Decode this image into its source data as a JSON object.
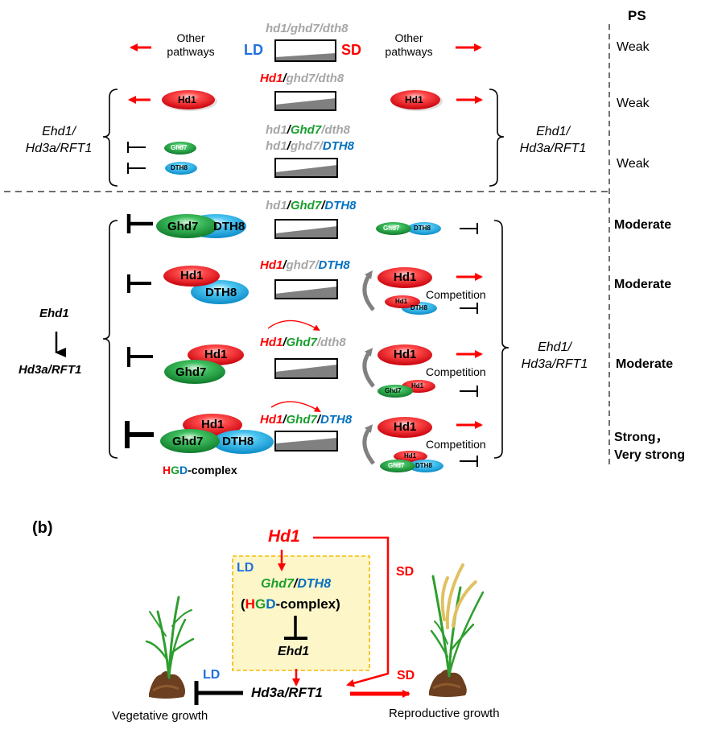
{
  "colors": {
    "red": "#ff0000",
    "green": "#1a9e2e",
    "blue": "#0070c0",
    "gray": "#a6a6a6",
    "hd1_fill": "#e8202a",
    "ghd7_fill": "#21a34a",
    "dth8_fill": "#2ab0e8",
    "box_fill": "#fdf6c9",
    "box_border": "#f5b800",
    "ramp_fill": "#808080"
  },
  "panel_a": {
    "ps_header": "PS",
    "rows": [
      {
        "genotype": [
          {
            "text": "hd1",
            "color": "gray"
          },
          {
            "text": "/",
            "color": "gray"
          },
          {
            "text": "ghd7",
            "color": "gray"
          },
          {
            "text": "/",
            "color": "gray"
          },
          {
            "text": "dth8",
            "color": "gray"
          }
        ],
        "ps": "Weak",
        "left_label": "Other pathways",
        "right_label": "Other pathways",
        "ld": "LD",
        "sd": "SD"
      },
      {
        "genotype": [
          {
            "text": "Hd1",
            "color": "red"
          },
          {
            "text": "/",
            "color": "black"
          },
          {
            "text": "ghd7",
            "color": "gray"
          },
          {
            "text": "/",
            "color": "gray"
          },
          {
            "text": "dth8",
            "color": "gray"
          }
        ],
        "ps": "Weak",
        "molecules_left": [
          "Hd1"
        ],
        "molecules_right": [
          "Hd1"
        ]
      },
      {
        "genotype": [
          {
            "text": "hd1",
            "color": "gray"
          },
          {
            "text": "/",
            "color": "black"
          },
          {
            "text": "Ghd7",
            "color": "green"
          },
          {
            "text": "/",
            "color": "gray"
          },
          {
            "text": "dth8",
            "color": "gray"
          }
        ],
        "genotype2": [
          {
            "text": "hd1",
            "color": "gray"
          },
          {
            "text": "/",
            "color": "black"
          },
          {
            "text": "ghd7",
            "color": "gray"
          },
          {
            "text": "/",
            "color": "gray"
          },
          {
            "text": "DTH8",
            "color": "blue"
          }
        ],
        "ps": "Weak",
        "molecules_left": [
          "Ghd7",
          "DTH8"
        ]
      },
      {
        "genotype": [
          {
            "text": "hd1",
            "color": "gray"
          },
          {
            "text": "/",
            "color": "black"
          },
          {
            "text": "Ghd7",
            "color": "green"
          },
          {
            "text": "/",
            "color": "black"
          },
          {
            "text": "DTH8",
            "color": "blue"
          }
        ],
        "ps": "Moderate",
        "molecules_left": [
          "Ghd7",
          "DTH8"
        ],
        "molecules_right": [
          "Ghd7",
          "DTH8"
        ]
      },
      {
        "genotype": [
          {
            "text": "Hd1",
            "color": "red"
          },
          {
            "text": "/",
            "color": "black"
          },
          {
            "text": "ghd7",
            "color": "gray"
          },
          {
            "text": "/",
            "color": "gray"
          },
          {
            "text": "DTH8",
            "color": "blue"
          }
        ],
        "ps": "Moderate",
        "molecules_left": [
          "Hd1",
          "DTH8"
        ],
        "molecules_right": [
          "Hd1",
          "Hd1",
          "DTH8"
        ],
        "competition": "Competition"
      },
      {
        "genotype": [
          {
            "text": "Hd1",
            "color": "red"
          },
          {
            "text": "/",
            "color": "black"
          },
          {
            "text": "Ghd7",
            "color": "green"
          },
          {
            "text": "/",
            "color": "gray"
          },
          {
            "text": "dth8",
            "color": "gray"
          }
        ],
        "ps": "Moderate",
        "molecules_left": [
          "Hd1",
          "Ghd7"
        ],
        "molecules_right": [
          "Hd1",
          "Ghd7",
          "Hd1"
        ],
        "competition": "Competition"
      },
      {
        "genotype": [
          {
            "text": "Hd1",
            "color": "red"
          },
          {
            "text": "/",
            "color": "black"
          },
          {
            "text": "Ghd7",
            "color": "green"
          },
          {
            "text": "/",
            "color": "black"
          },
          {
            "text": "DTH8",
            "color": "blue"
          }
        ],
        "ps": "Strong, Very strong",
        "ps_line1": "Strong，",
        "ps_line2": "Very strong",
        "molecules_left": [
          "Hd1",
          "Ghd7",
          "DTH8"
        ],
        "molecules_right": [
          "Hd1",
          "Hd1",
          "Ghd7",
          "DTH8"
        ],
        "competition": "Competition"
      }
    ],
    "target_upper_left": {
      "line1": "Ehd1/",
      "line2": "Hd3a/RFT1"
    },
    "target_upper_right": {
      "line1": "Ehd1/",
      "line2": "Hd3a/RFT1"
    },
    "target_lower_left": {
      "line1": "Ehd1",
      "line2": "Hd3a/RFT1"
    },
    "target_lower_right": {
      "line1": "Ehd1/",
      "line2": "Hd3a/RFT1"
    },
    "hgd_complex": {
      "H": "H",
      "G": "G",
      "D": "D",
      "rest": "-complex"
    },
    "molecule_labels": {
      "hd1": "Hd1",
      "ghd7": "Ghd7",
      "dth8": "DTH8"
    }
  },
  "panel_b": {
    "label": "(b)",
    "hd1": "Hd1",
    "ld_box": "LD",
    "ghd7": "Ghd7",
    "slash": "/",
    "dth8": "DTH8",
    "complex_open": "(",
    "complex_H": "H",
    "complex_G": "G",
    "complex_D": "D",
    "complex_rest": "-complex)",
    "ehd1": "Ehd1",
    "hd3a": "Hd3a/RFT1",
    "sd_upper": "SD",
    "sd_lower": "SD",
    "ld_lower": "LD",
    "vegetative": "Vegetative growth",
    "reproductive": "Reproductive growth"
  }
}
